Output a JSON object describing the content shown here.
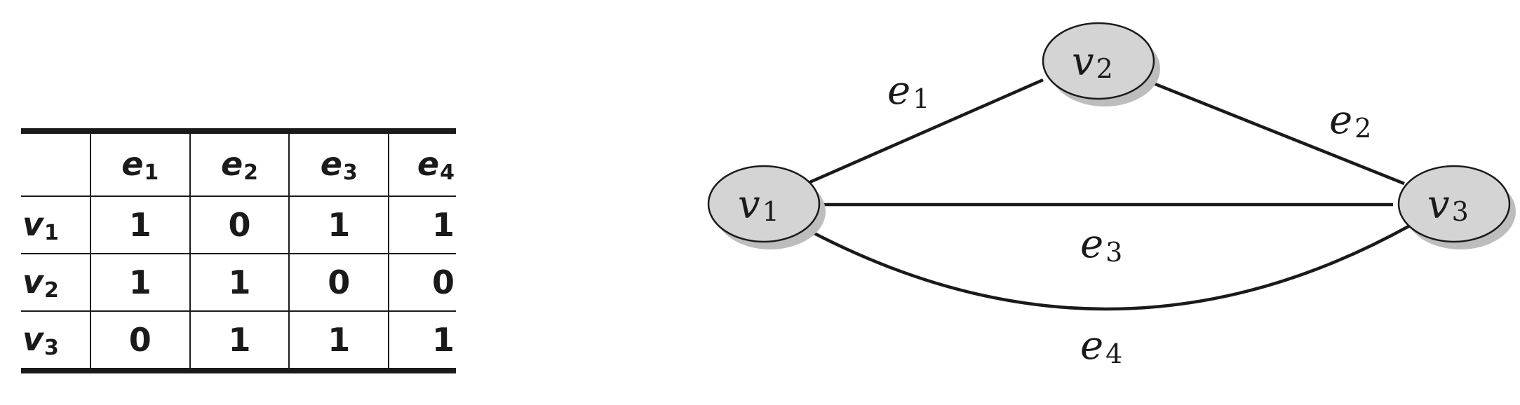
{
  "matrix": {
    "columns": [
      {
        "letter": "e",
        "sub": "1"
      },
      {
        "letter": "e",
        "sub": "2"
      },
      {
        "letter": "e",
        "sub": "3"
      },
      {
        "letter": "e",
        "sub": "4"
      }
    ],
    "rows": [
      {
        "letter": "v",
        "sub": "1",
        "values": [
          "1",
          "0",
          "1",
          "1"
        ]
      },
      {
        "letter": "v",
        "sub": "2",
        "values": [
          "1",
          "1",
          "0",
          "0"
        ]
      },
      {
        "letter": "v",
        "sub": "3",
        "values": [
          "0",
          "1",
          "1",
          "1"
        ]
      }
    ]
  },
  "graph": {
    "nodes": [
      {
        "id": "v1",
        "letter": "v",
        "sub": "1"
      },
      {
        "id": "v2",
        "letter": "v",
        "sub": "2"
      },
      {
        "id": "v3",
        "letter": "v",
        "sub": "3"
      }
    ],
    "edges": [
      {
        "id": "e1",
        "letter": "e",
        "sub": "1",
        "from": "v1",
        "to": "v2"
      },
      {
        "id": "e2",
        "letter": "e",
        "sub": "2",
        "from": "v2",
        "to": "v3"
      },
      {
        "id": "e3",
        "letter": "e",
        "sub": "3",
        "from": "v1",
        "to": "v3"
      },
      {
        "id": "e4",
        "letter": "e",
        "sub": "4",
        "from": "v1",
        "to": "v3"
      }
    ],
    "colors": {
      "node_fill": "#d4d4d4",
      "node_shadow": "#bdbdbd",
      "stroke": "#1a1a1a"
    }
  }
}
